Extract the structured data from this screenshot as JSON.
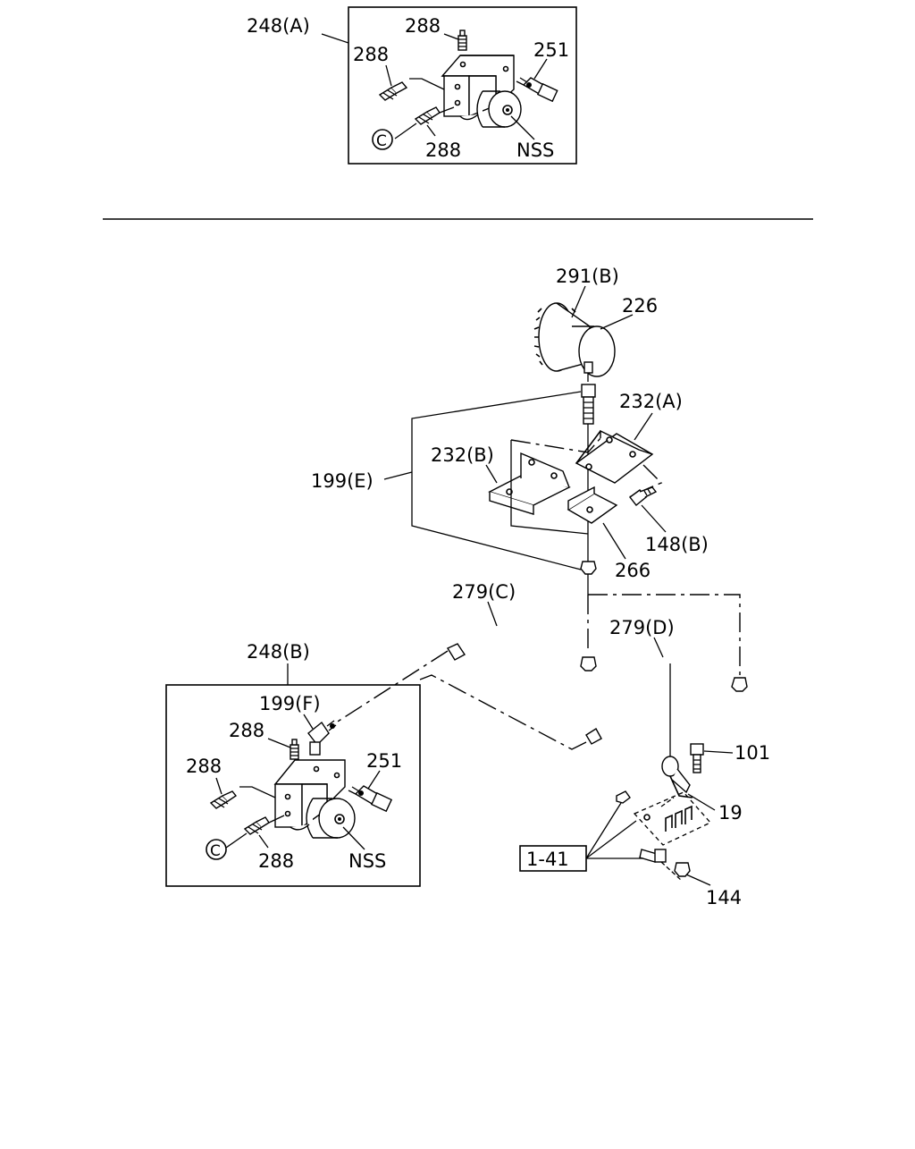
{
  "diagram": {
    "callouts": {
      "c248a": "248(A)",
      "c288_a_top": "288",
      "c288_a_left": "288",
      "c288_a_bottom": "288",
      "c251_a": "251",
      "nss_a": "NSS",
      "c_a": "C",
      "c291b": "291(B)",
      "c226": "226",
      "c232a": "232(A)",
      "c232b": "232(B)",
      "c199e": "199(E)",
      "c148b": "148(B)",
      "c266": "266",
      "c279c": "279(C)",
      "c279d": "279(D)",
      "c248b": "248(B)",
      "c199f": "199(F)",
      "c288_b_top": "288",
      "c288_b_left": "288",
      "c288_b_bottom": "288",
      "c251_b": "251",
      "nss_b": "NSS",
      "c_b": "C",
      "c101": "101",
      "c19": "19",
      "c1_41": "1-41",
      "c144": "144"
    },
    "icons": [
      "valve-block",
      "pressure-switch",
      "bleeder-fitting",
      "pressure-gauge",
      "bracket",
      "hose",
      "clip",
      "bolt",
      "nut"
    ]
  }
}
